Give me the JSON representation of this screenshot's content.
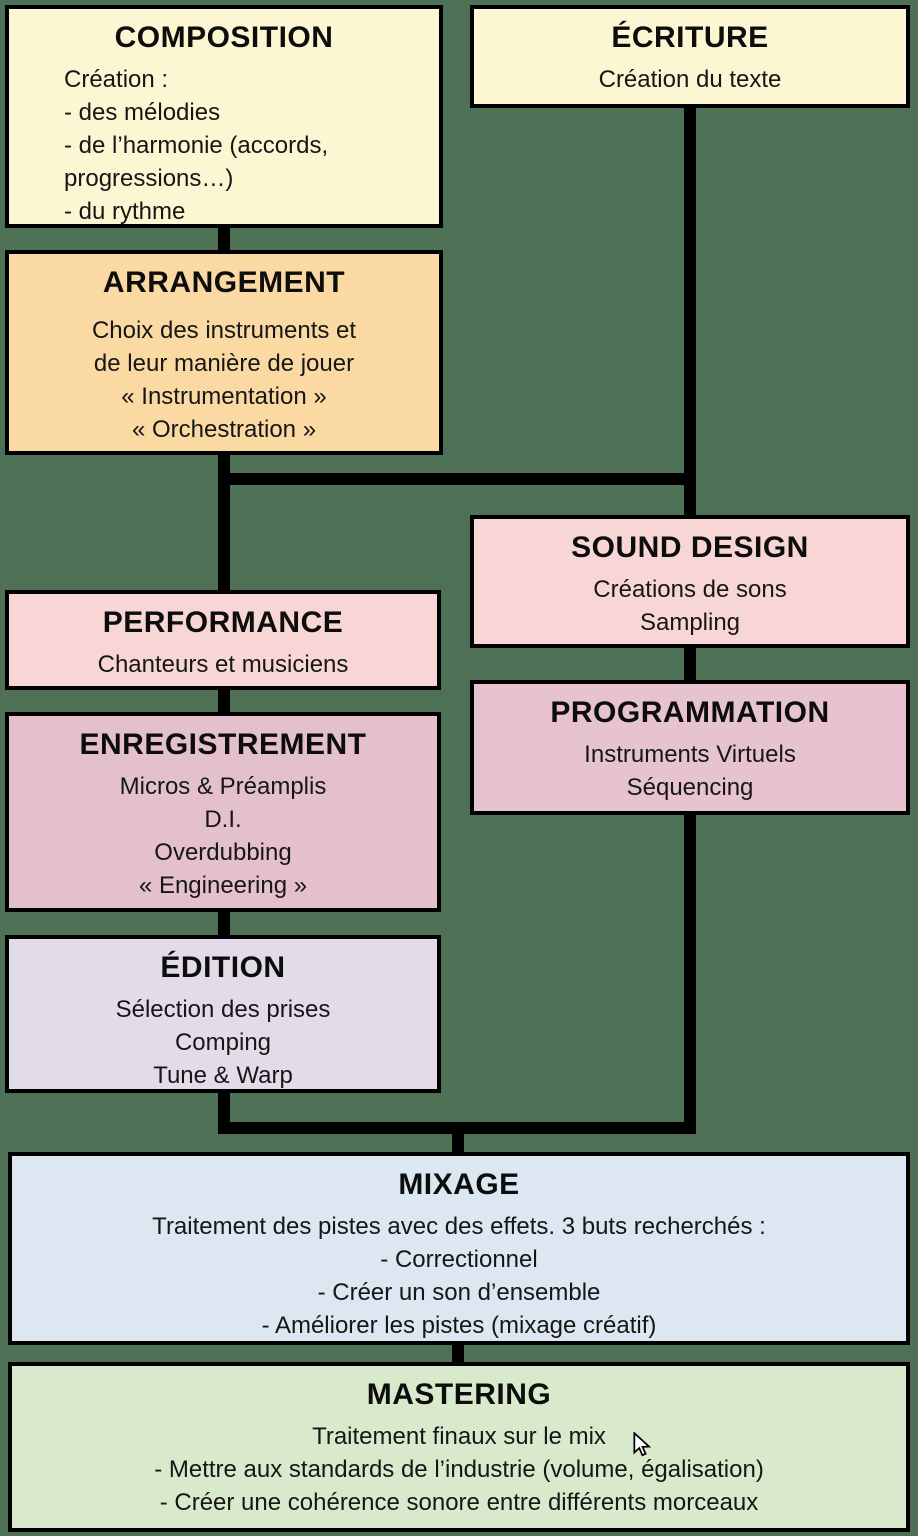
{
  "background_color": "#4e7156",
  "connector_color": "#000000",
  "boxes": {
    "composition": {
      "title": "COMPOSITION",
      "color": "#fcf6d2",
      "lines": [
        "Création :",
        "- des mélodies",
        "- de l’harmonie (accords,",
        "progressions…)",
        "- du rythme"
      ]
    },
    "ecriture": {
      "title": "ÉCRITURE",
      "color": "#fcf6d2",
      "lines": [
        "Création du texte"
      ]
    },
    "arrangement": {
      "title": "ARRANGEMENT",
      "color": "#fbd9a2",
      "lines": [
        "Choix des instruments et",
        "de leur manière de jouer",
        "« Instrumentation »",
        "« Orchestration »"
      ]
    },
    "sound_design": {
      "title": "SOUND DESIGN",
      "color": "#f8d6d6",
      "lines": [
        "Créations de sons",
        "Sampling"
      ]
    },
    "performance": {
      "title": "PERFORMANCE",
      "color": "#f8d6d6",
      "lines": [
        "Chanteurs et musiciens"
      ]
    },
    "programmation": {
      "title": "PROGRAMMATION",
      "color": "#e7c3cf",
      "lines": [
        "Instruments Virtuels",
        "Séquencing"
      ]
    },
    "enregistrement": {
      "title": "ENREGISTREMENT",
      "color": "#e4c1ca",
      "lines": [
        "Micros & Préamplis",
        "D.I.",
        "Overdubbing",
        "« Engineering »"
      ]
    },
    "edition": {
      "title": "ÉDITION",
      "color": "#e2dce9",
      "lines": [
        "Sélection des prises",
        "Comping",
        "Tune & Warp"
      ]
    },
    "mixage": {
      "title": "MIXAGE",
      "color": "#dce7f2",
      "lines": [
        "Traitement des pistes avec des effets. 3 buts recherchés :",
        "- Correctionnel",
        "- Créer un son d’ensemble",
        "- Améliorer les pistes (mixage créatif)"
      ]
    },
    "mastering": {
      "title": "MASTERING",
      "color": "#d9e9cc",
      "lines": [
        "Traitement finaux sur le mix",
        "- Mettre aux standards de l’industrie (volume, égalisation)",
        "- Créer une cohérence sonore entre différents morceaux"
      ]
    }
  }
}
